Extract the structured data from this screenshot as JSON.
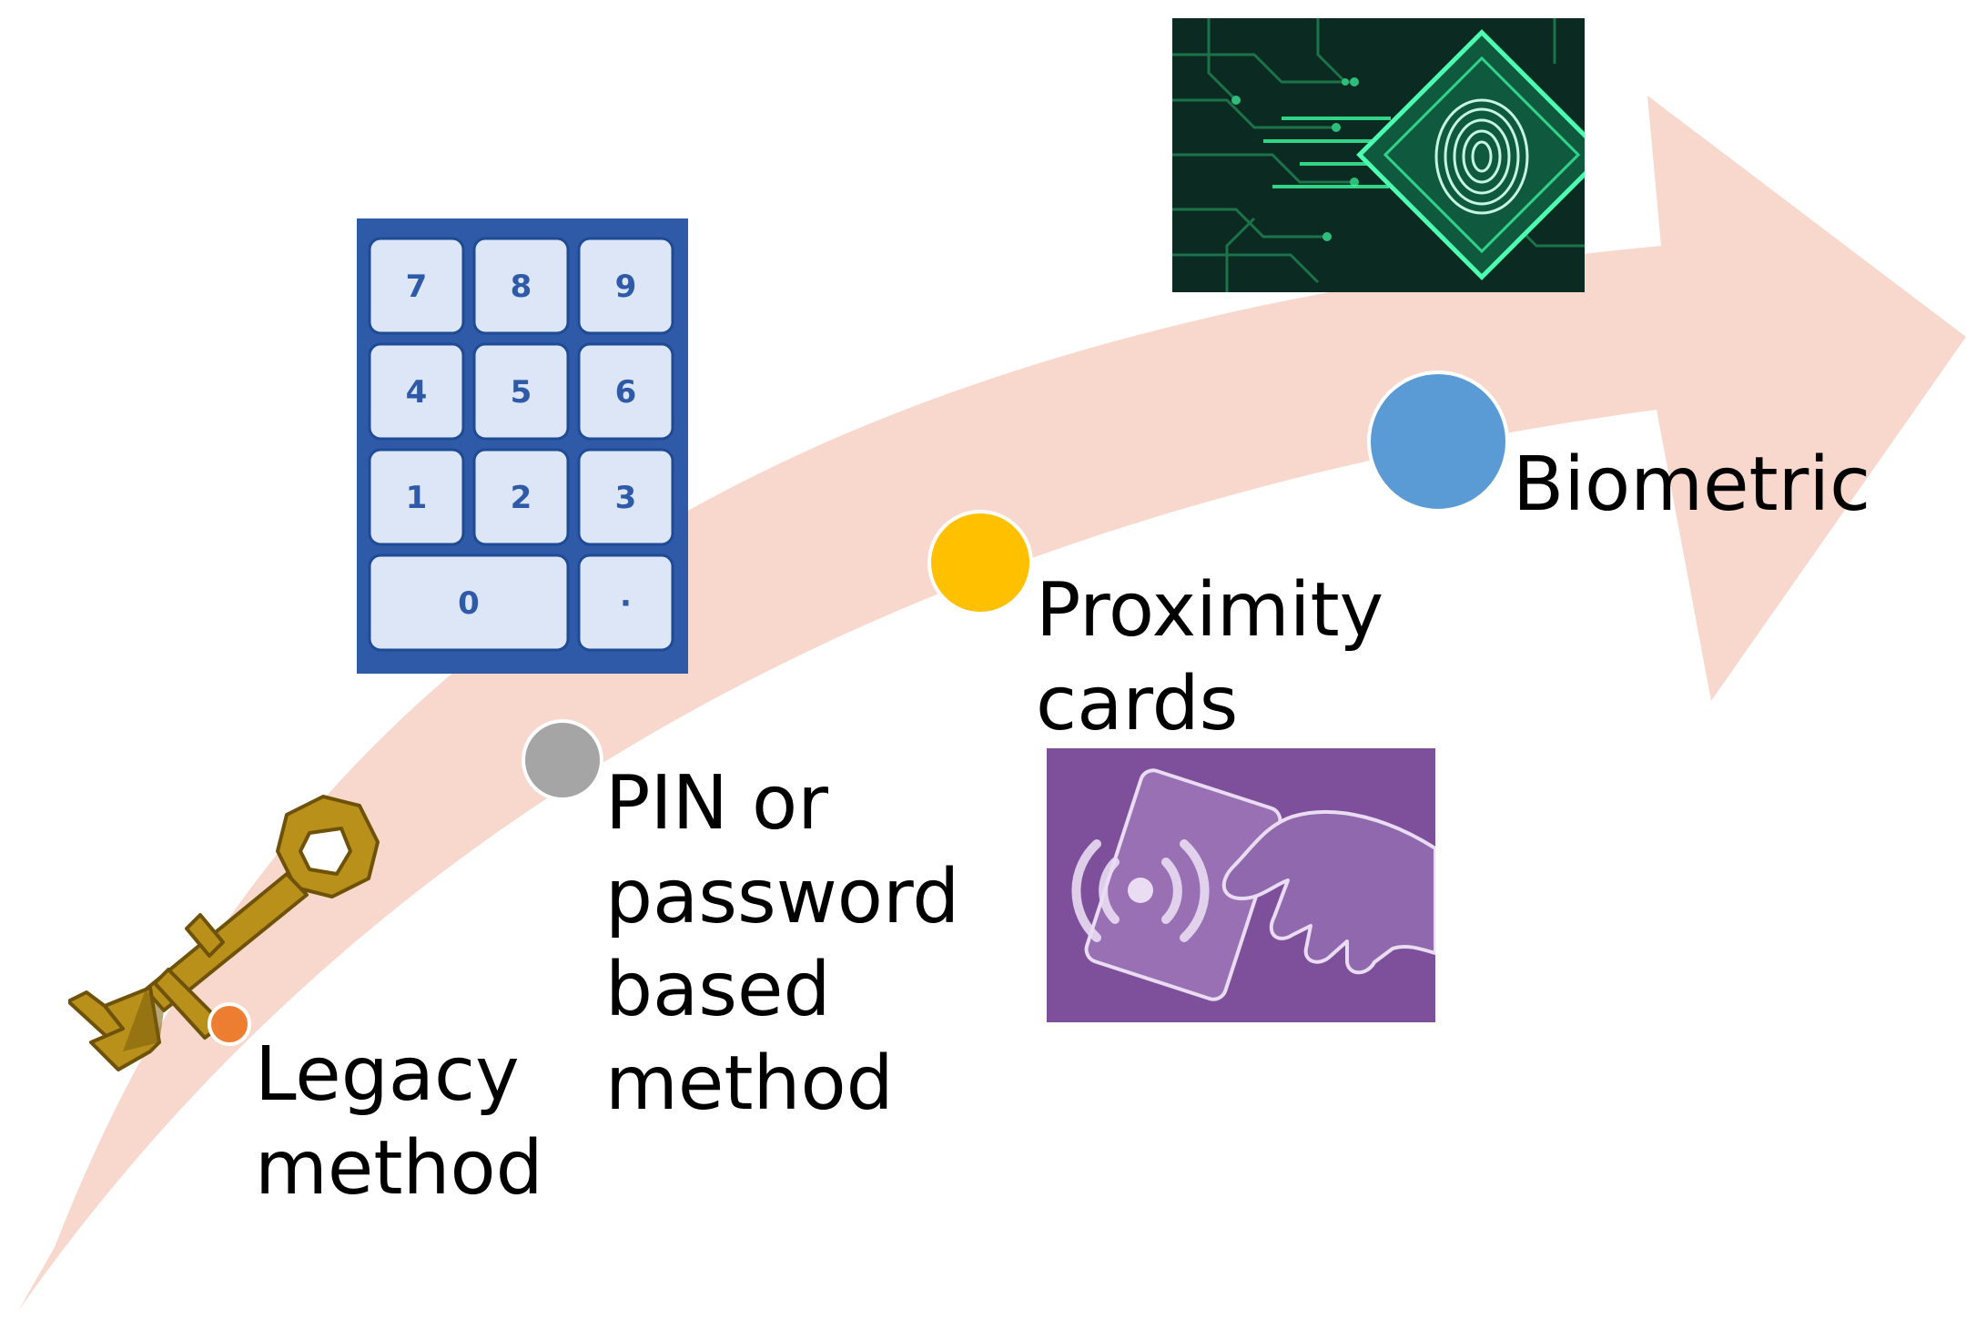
{
  "diagram": {
    "arrow_color": "#F8D8CD",
    "steps": [
      {
        "id": "legacy",
        "label": "Legacy\nmethod",
        "dot_color": "#ED7D31",
        "icon": "key-icon"
      },
      {
        "id": "pin",
        "label": "PIN or\npassword\nbased\nmethod",
        "dot_color": "#A5A5A5",
        "icon": "keypad-icon"
      },
      {
        "id": "proximity",
        "label": "Proximity\ncards",
        "dot_color": "#FFC000",
        "icon": "proximity-card-icon"
      },
      {
        "id": "biometric",
        "label": "Biometric",
        "dot_color": "#5B9BD5",
        "icon": "fingerprint-chip-icon"
      }
    ],
    "keypad": {
      "background": "#2E5AA8",
      "keys": [
        "7",
        "8",
        "9",
        "4",
        "5",
        "6",
        "1",
        "2",
        "3",
        "0",
        "·"
      ]
    },
    "proximity_image_bg": "#7E4F9A",
    "biometric_image_bg": "#0A2A22"
  }
}
